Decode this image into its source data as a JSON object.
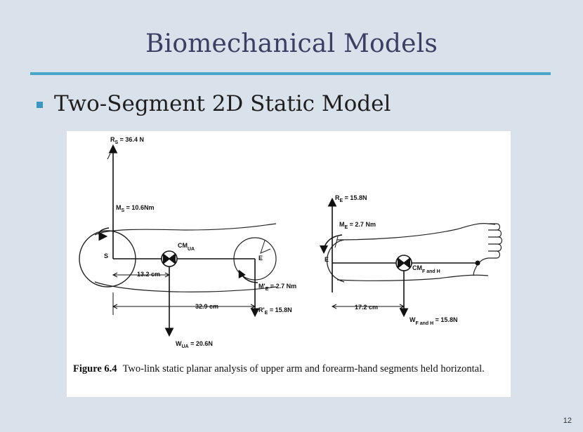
{
  "slide": {
    "title": "Biomechanical Models",
    "bullet": "Two-Segment 2D Static Model",
    "page_number": "12"
  },
  "figure": {
    "caption_label": "Figure 6.4",
    "caption_text": "Two-link static planar analysis of upper arm and forearm-hand segments held horizontal.",
    "upper_arm": {
      "rs_label": "RS = 36.4 N",
      "ms_label": "MS = 10.6Nm",
      "s_label": "S",
      "cm_label": "CMUA",
      "e_label": "E",
      "dist1_label": "13.2 cm",
      "dist2_label": "32.9 cm",
      "me_label": "M'E = 2.7 Nm",
      "re_label": "R'E = 15.8N",
      "w_label": "WUA = 20.6N"
    },
    "forearm": {
      "re_label": "RE = 15.8N",
      "me_label": "ME = 2.7 Nm",
      "e_label": "E",
      "cm_label": "CMF and H",
      "dist_label": "17.2 cm",
      "w_label": "WF and H = 15.8N"
    }
  }
}
